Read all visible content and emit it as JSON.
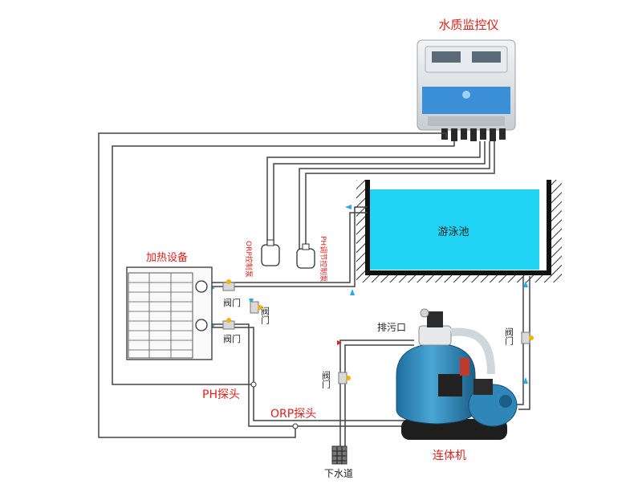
{
  "labels": {
    "monitor": "水质监控仪",
    "pool": "游泳池",
    "heater": "加热设备",
    "valve": "阀门",
    "drain_outlet": "排污口",
    "ph_probe": "PH探头",
    "orp_probe": "ORP探头",
    "combo_unit": "连体机",
    "sewer": "下水道",
    "orp_pump": "ORP控制泵",
    "ph_pump": "PH调节控制泵"
  },
  "colors": {
    "red_label": "#e0201b",
    "pool_water": "#21d3f4",
    "pipe": "#444444",
    "flow_arrow_blue": "#2aa9e8",
    "flow_arrow_red": "#e0201b",
    "filter_tank": "#2f86b8"
  }
}
